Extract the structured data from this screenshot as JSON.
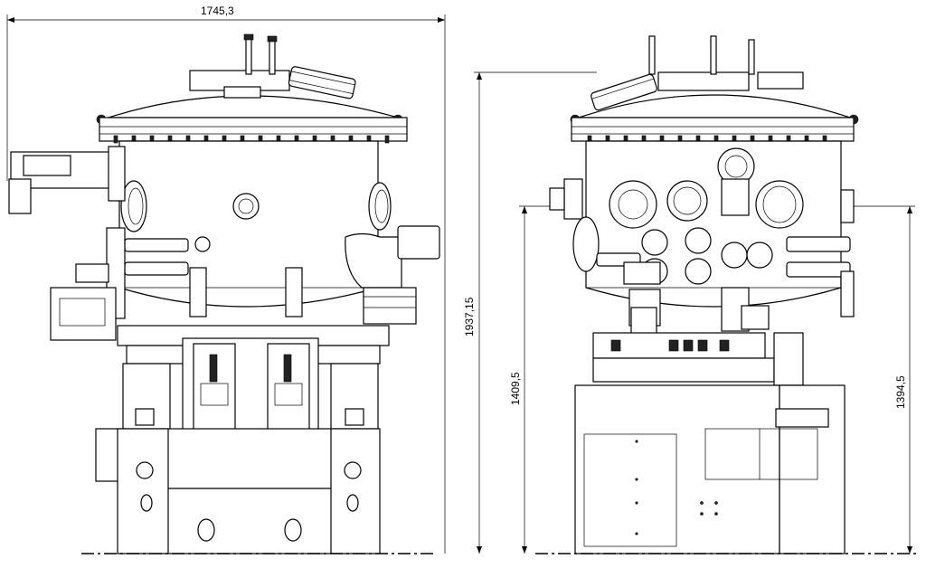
{
  "title": "Vacuum chamber – front and side views",
  "dimensions": {
    "front_width": "1745,3",
    "overall_height": "1937,15",
    "left_port_height": "1409,5",
    "right_port_height": "1394,5"
  },
  "views": [
    "front-view",
    "side-view"
  ]
}
